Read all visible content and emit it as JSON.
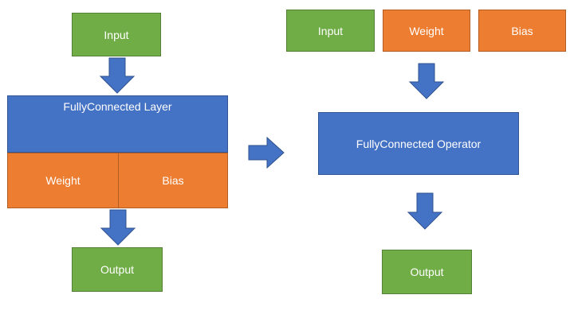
{
  "left": {
    "input_label": "Input",
    "layer_title": "FullyConnected Layer",
    "weight_label": "Weight",
    "bias_label": "Bias",
    "output_label": "Output"
  },
  "right": {
    "input_label": "Input",
    "weight_label": "Weight",
    "bias_label": "Bias",
    "operator_label": "FullyConnected Operator",
    "output_label": "Output"
  },
  "colors": {
    "green": "#70ad47",
    "orange": "#ed7d31",
    "blue": "#4472c4"
  }
}
